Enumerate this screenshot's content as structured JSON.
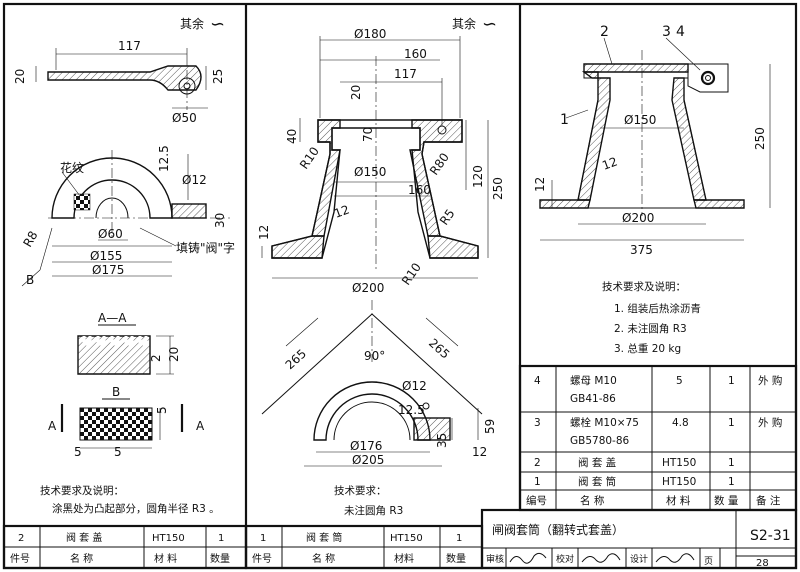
{
  "rest_roughness": [
    {
      "label": "其余",
      "symbol": "∽"
    },
    {
      "label": "其余",
      "symbol": "∽"
    }
  ],
  "panel_left": {
    "top_view": {
      "d117": "117",
      "d20": "20",
      "d25": "25",
      "d50": "Ø50"
    },
    "plan_view": {
      "pattern_label": "花纹",
      "d12_5": "12.5",
      "d12": "Ø12",
      "d30": "30",
      "r8": "R8",
      "d60": "Ø60",
      "d155": "Ø155",
      "d175": "Ø175",
      "cast_label": "填铸\"阀\"字",
      "b_marker": "B"
    },
    "section_aa": {
      "title": "A—A",
      "d2": "2",
      "d20": "20"
    },
    "view_b": {
      "title": "B",
      "d5a": "5",
      "d5b": "5",
      "d5c": "5",
      "a_left": "A",
      "a_right": "A"
    },
    "notes": {
      "heading": "技术要求及说明：",
      "text": "涂黑处为凸起部分，圆角半径 R3 。"
    }
  },
  "panel_middle": {
    "section": {
      "d180": "Ø180",
      "d160a": "160",
      "d117": "117",
      "d20": "20",
      "d40": "40",
      "d70": "70",
      "d120": "120",
      "r80": "R80",
      "d250": "250",
      "r10a": "R10",
      "d150": "Ø150",
      "d160b": "160",
      "d12a": "12",
      "r5": "R5",
      "d12b": "12",
      "r10b": "R10",
      "d200": "Ø200"
    },
    "cover": {
      "d265a": "265",
      "d90": "90°",
      "d265b": "265",
      "d12c": "Ø12",
      "d12_5": "12.5",
      "d35": "35",
      "d59": "59",
      "d176": "Ø176",
      "d205": "Ø205",
      "d12d": "12"
    },
    "notes": {
      "heading": "技术要求：",
      "text": "未注圆角 R3"
    }
  },
  "panel_right": {
    "assembly": {
      "b2": "2",
      "b3": "3",
      "b4": "4",
      "b1": "1",
      "d150": "Ø150",
      "d12a": "12",
      "d12b": "12",
      "d250": "250",
      "d200": "Ø200",
      "d375": "375"
    },
    "notes": {
      "heading": "技术要求及说明：",
      "items": [
        "1.  组装后热涂沥青",
        "2.  未注圆角 R3",
        "3.  总重 20 kg"
      ]
    }
  },
  "bom_right": {
    "rows": [
      {
        "no": "4",
        "name": "螺母 M10",
        "std": "GB41-86",
        "mat": "5",
        "qty": "1",
        "note": "外 购"
      },
      {
        "no": "3",
        "name": "螺栓 M10×75",
        "std": "GB5780-86",
        "mat": "4.8",
        "qty": "1",
        "note": "外 购"
      },
      {
        "no": "2",
        "name": "阀 套 盖",
        "std": "",
        "mat": "HT150",
        "qty": "1",
        "note": ""
      },
      {
        "no": "1",
        "name": "阀 套 筒",
        "std": "",
        "mat": "HT150",
        "qty": "1",
        "note": ""
      }
    ],
    "header": {
      "no": "编号",
      "name": "名 称",
      "mat": "材 料",
      "qty": "数 量",
      "note": "备 注"
    }
  },
  "bom_left": {
    "no": "2",
    "name": "阀 套 盖",
    "mat": "HT150",
    "qty": "1",
    "h_no": "件号",
    "h_name": "名 称",
    "h_mat": "材 料",
    "h_qty": "数量"
  },
  "bom_mid": {
    "no": "1",
    "name": "阀 套 筒",
    "mat": "HT150",
    "qty": "1",
    "h_no": "件号",
    "h_name": "名 称",
    "h_mat": "材料",
    "h_qty": "数量"
  },
  "title_block": {
    "title": "闸阀套筒（翻转式套盖）",
    "atlas": "S2-31",
    "page_label": "页",
    "page": "28",
    "review_label": "审核",
    "check_label": "校对",
    "design_label": "设计"
  }
}
